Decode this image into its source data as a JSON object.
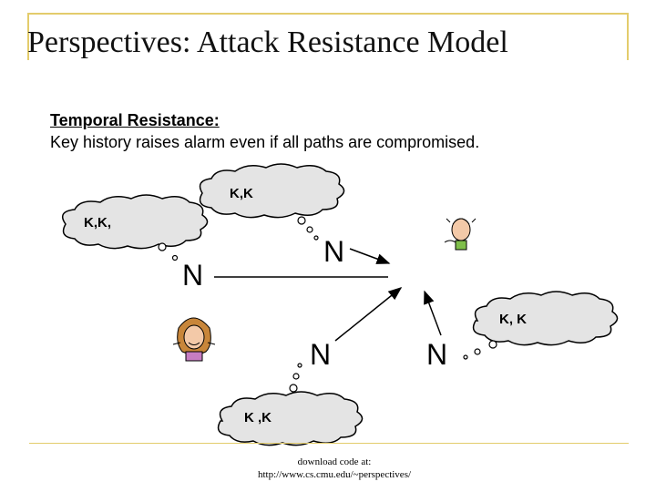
{
  "slide": {
    "title": "Perspectives: Attack Resistance Model",
    "subheading": "Temporal Resistance:",
    "description": "Key history raises alarm even if all paths are compromised."
  },
  "clouds": {
    "top": "K,K",
    "left": "K,K,",
    "right": "K, K",
    "bottom": "K ,K"
  },
  "nodes": {
    "left": "N",
    "top": "N",
    "middle": "N",
    "right": "N"
  },
  "footer": {
    "line1": "download code at:",
    "line2": "http://www.cs.cmu.edu/~perspectives/"
  },
  "colors": {
    "accent_rule": "#e3cc6c",
    "cloud_fill": "#e4e4e4",
    "line": "#000000"
  }
}
